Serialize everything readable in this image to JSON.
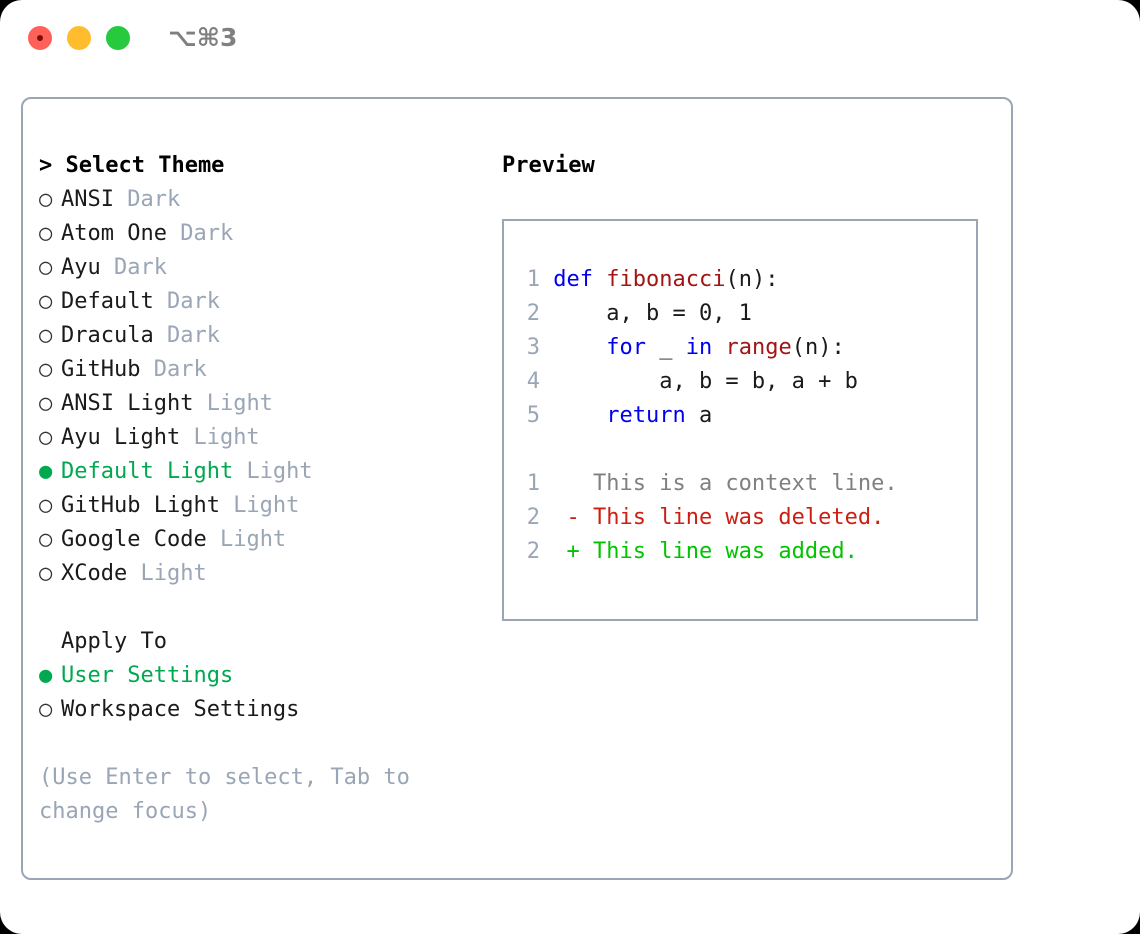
{
  "window": {
    "title": "⌥⌘3",
    "traffic_lights": [
      "close",
      "minimize",
      "maximize"
    ]
  },
  "colors": {
    "accent_green": "#00a94f",
    "muted_blue_gray": "#9aa5b5",
    "keyword_blue": "#0000ee",
    "function_red": "#a31515",
    "diff_delete": "#cc1f13",
    "diff_add": "#00c400",
    "panel_border": "#9aa5b5",
    "background": "#ffffff"
  },
  "theme_panel": {
    "header": "> Select Theme",
    "items": [
      {
        "marker": "○",
        "name": "ANSI",
        "category": "Dark",
        "selected": false
      },
      {
        "marker": "○",
        "name": "Atom One",
        "category": "Dark",
        "selected": false
      },
      {
        "marker": "○",
        "name": "Ayu",
        "category": "Dark",
        "selected": false
      },
      {
        "marker": "○",
        "name": "Default",
        "category": "Dark",
        "selected": false
      },
      {
        "marker": "○",
        "name": "Dracula",
        "category": "Dark",
        "selected": false
      },
      {
        "marker": "○",
        "name": "GitHub",
        "category": "Dark",
        "selected": false
      },
      {
        "marker": "○",
        "name": "ANSI Light",
        "category": "Light",
        "selected": false
      },
      {
        "marker": "○",
        "name": "Ayu Light",
        "category": "Light",
        "selected": false
      },
      {
        "marker": "●",
        "name": "Default Light",
        "category": "Light",
        "selected": true
      },
      {
        "marker": "○",
        "name": "GitHub Light",
        "category": "Light",
        "selected": false
      },
      {
        "marker": "○",
        "name": "Google Code",
        "category": "Light",
        "selected": false
      },
      {
        "marker": "○",
        "name": "XCode",
        "category": "Light",
        "selected": false
      }
    ]
  },
  "apply_to": {
    "label": "Apply To",
    "options": [
      {
        "marker": "●",
        "label": "User Settings",
        "selected": true
      },
      {
        "marker": "○",
        "label": "Workspace Settings",
        "selected": false
      }
    ]
  },
  "hint": "(Use Enter to select, Tab to change focus)",
  "preview": {
    "header": "Preview",
    "code_lines": [
      {
        "lineno": "1",
        "tokens": [
          {
            "text": "def ",
            "style": "kw"
          },
          {
            "text": "fibonacci",
            "style": "fn"
          },
          {
            "text": "(n):",
            "style": "plain"
          }
        ]
      },
      {
        "lineno": "2",
        "tokens": [
          {
            "text": "    a, b = 0, 1",
            "style": "plain"
          }
        ]
      },
      {
        "lineno": "3",
        "tokens": [
          {
            "text": "    ",
            "style": "plain"
          },
          {
            "text": "for",
            "style": "kw"
          },
          {
            "text": " _ ",
            "style": "plain"
          },
          {
            "text": "in",
            "style": "kw"
          },
          {
            "text": " ",
            "style": "plain"
          },
          {
            "text": "range",
            "style": "fn"
          },
          {
            "text": "(n):",
            "style": "plain"
          }
        ]
      },
      {
        "lineno": "4",
        "tokens": [
          {
            "text": "        a, b = b, a + b",
            "style": "plain"
          }
        ]
      },
      {
        "lineno": "5",
        "tokens": [
          {
            "text": "    ",
            "style": "plain"
          },
          {
            "text": "return",
            "style": "kw"
          },
          {
            "text": " a",
            "style": "plain"
          }
        ]
      }
    ],
    "diff_lines": [
      {
        "lineno": "1",
        "tokens": [
          {
            "text": "   This is a context line.",
            "style": "ctx"
          }
        ]
      },
      {
        "lineno": "2",
        "tokens": [
          {
            "text": " - This line was deleted.",
            "style": "del"
          }
        ]
      },
      {
        "lineno": "2",
        "tokens": [
          {
            "text": " + This line was added.",
            "style": "add"
          }
        ]
      }
    ]
  }
}
